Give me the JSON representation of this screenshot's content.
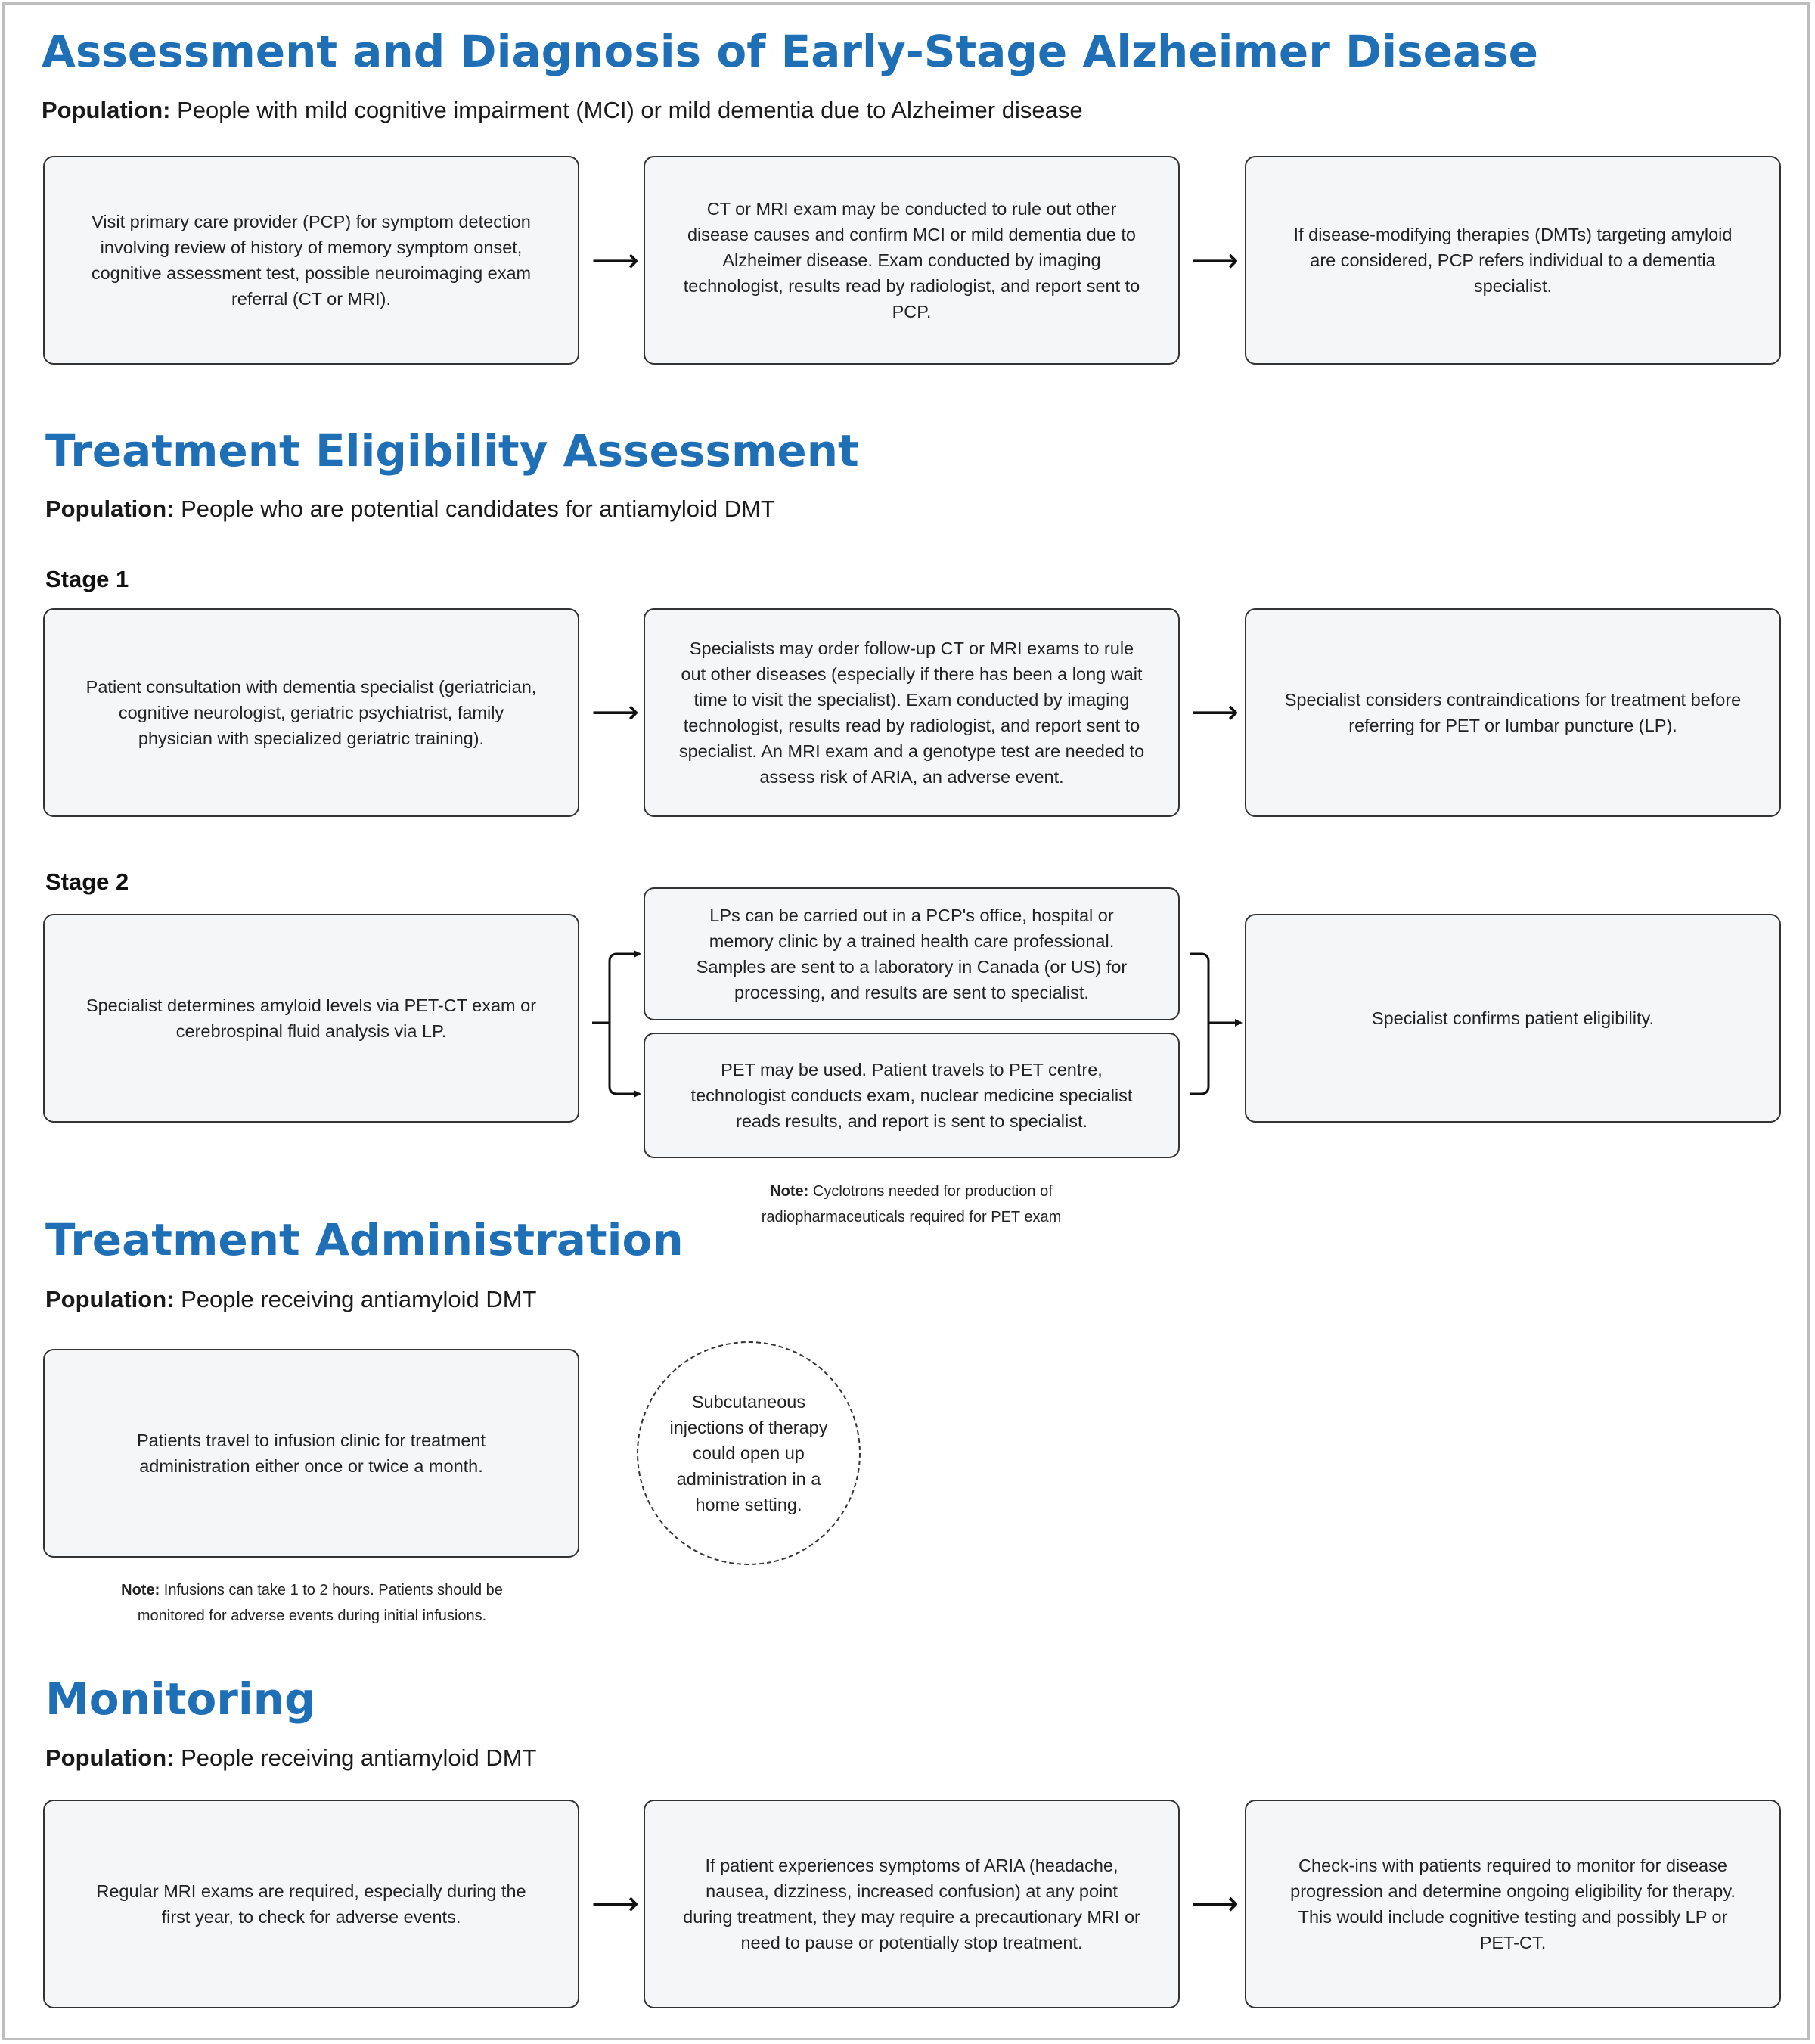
{
  "sections": {
    "assessment": {
      "title": "Assessment and Diagnosis of Early-Stage Alzheimer Disease",
      "population_label": "Population:",
      "population_text": "People with mild cognitive impairment (MCI) or mild dementia due to Alzheimer disease",
      "steps": [
        "Visit primary care provider (PCP) for symptom detection involving review of history of memory symptom onset, cognitive assessment test, possible neuroimaging exam referral (CT or MRI).",
        "CT or MRI exam may be conducted to rule out other disease causes and confirm MCI or mild dementia due to Alzheimer disease. Exam conducted by imaging technologist, results read by radiologist, and report sent to PCP.",
        "If disease-modifying therapies (DMTs) targeting amyloid are considered, PCP refers individual to a dementia specialist."
      ]
    },
    "eligibility": {
      "title": "Treatment Eligibility Assessment",
      "population_label": "Population:",
      "population_text": "People who are potential candidates for antiamyloid DMT",
      "stage1": {
        "label": "Stage 1",
        "steps": [
          "Patient consultation with dementia specialist (geriatrician, cognitive neurologist, geriatric psychiatrist, family physician with specialized geriatric training).",
          "Specialists may order follow-up CT or MRI exams to rule out other diseases (especially if there has been a long wait time to visit the specialist). Exam conducted by imaging technologist, results read by radiologist, and report sent to specialist. An MRI exam and a genotype test are needed to assess risk of ARIA, an adverse event.",
          "Specialist considers contraindications for treatment before referring for PET or lumbar puncture (LP)."
        ]
      },
      "stage2": {
        "label": "Stage 2",
        "start": "Specialist determines amyloid levels via PET-CT exam or cerebrospinal fluid analysis via LP.",
        "option_lp": "LPs can be carried out in a PCP's office, hospital or memory clinic by a trained health care professional. Samples are sent to a laboratory in Canada (or US) for processing, and results are sent to specialist.",
        "option_pet": "PET may be used. Patient travels to PET centre, technologist conducts exam, nuclear medicine specialist reads results, and report is sent to specialist.",
        "end": "Specialist confirms patient eligibility.",
        "note_label": "Note:",
        "note_text": "Cyclotrons needed for production of radiopharmaceuticals  required for PET exam"
      }
    },
    "administration": {
      "title": "Treatment Administration",
      "population_label": "Population:",
      "population_text": "People receiving antiamyloid DMT",
      "step": "Patients travel to infusion clinic for treatment administration either once or twice a month.",
      "circle": "Subcutaneous injections of therapy could open up administration in a home setting.",
      "note_label": "Note:",
      "note_text": "Infusions can take 1 to 2 hours. Patients should be monitored for adverse events during initial infusions."
    },
    "monitoring": {
      "title": "Monitoring",
      "population_label": "Population:",
      "population_text": "People receiving antiamyloid DMT",
      "steps": [
        "Regular MRI exams are required, especially during the first year, to check for adverse events.",
        "If patient experiences symptoms of ARIA (headache, nausea, dizziness, increased confusion) at any point during treatment, they may require a precautionary MRI or need to pause or potentially stop treatment.",
        "Check-ins with patients required to monitor for disease progression and determine ongoing eligibility for therapy. This would include cognitive testing and possibly LP or PET-CT."
      ]
    }
  },
  "colors": {
    "title": "#1f6fb6",
    "box_fill": "#f4f6f7",
    "box_border": "#333333"
  },
  "icons": {
    "arrow": "right-arrow-icon"
  }
}
